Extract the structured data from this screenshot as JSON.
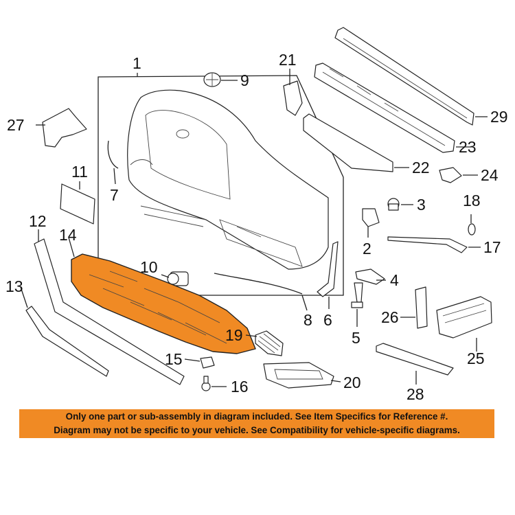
{
  "diagram": {
    "callouts": {
      "c1": "1",
      "c2": "2",
      "c3": "3",
      "c4": "4",
      "c5": "5",
      "c6": "6",
      "c7": "7",
      "c8": "8",
      "c9": "9",
      "c10": "10",
      "c11": "11",
      "c12": "12",
      "c13": "13",
      "c14": "14",
      "c15": "15",
      "c16": "16",
      "c17": "17",
      "c18": "18",
      "c19": "19",
      "c20": "20",
      "c21": "21",
      "c22": "22",
      "c23": "23",
      "c24": "24",
      "c25": "25",
      "c26": "26",
      "c27": "27",
      "c28": "28",
      "c29": "29"
    },
    "highlight_part": "14",
    "highlight_color": "#f08a24"
  },
  "disclaimer": {
    "line1": "Only one part or sub-assembly in diagram included. See Item Specifics for Reference #.",
    "line2": "Diagram may not be specific to your vehicle. See Compatibility for vehicle-specific diagrams.",
    "color": "#f08a24"
  }
}
